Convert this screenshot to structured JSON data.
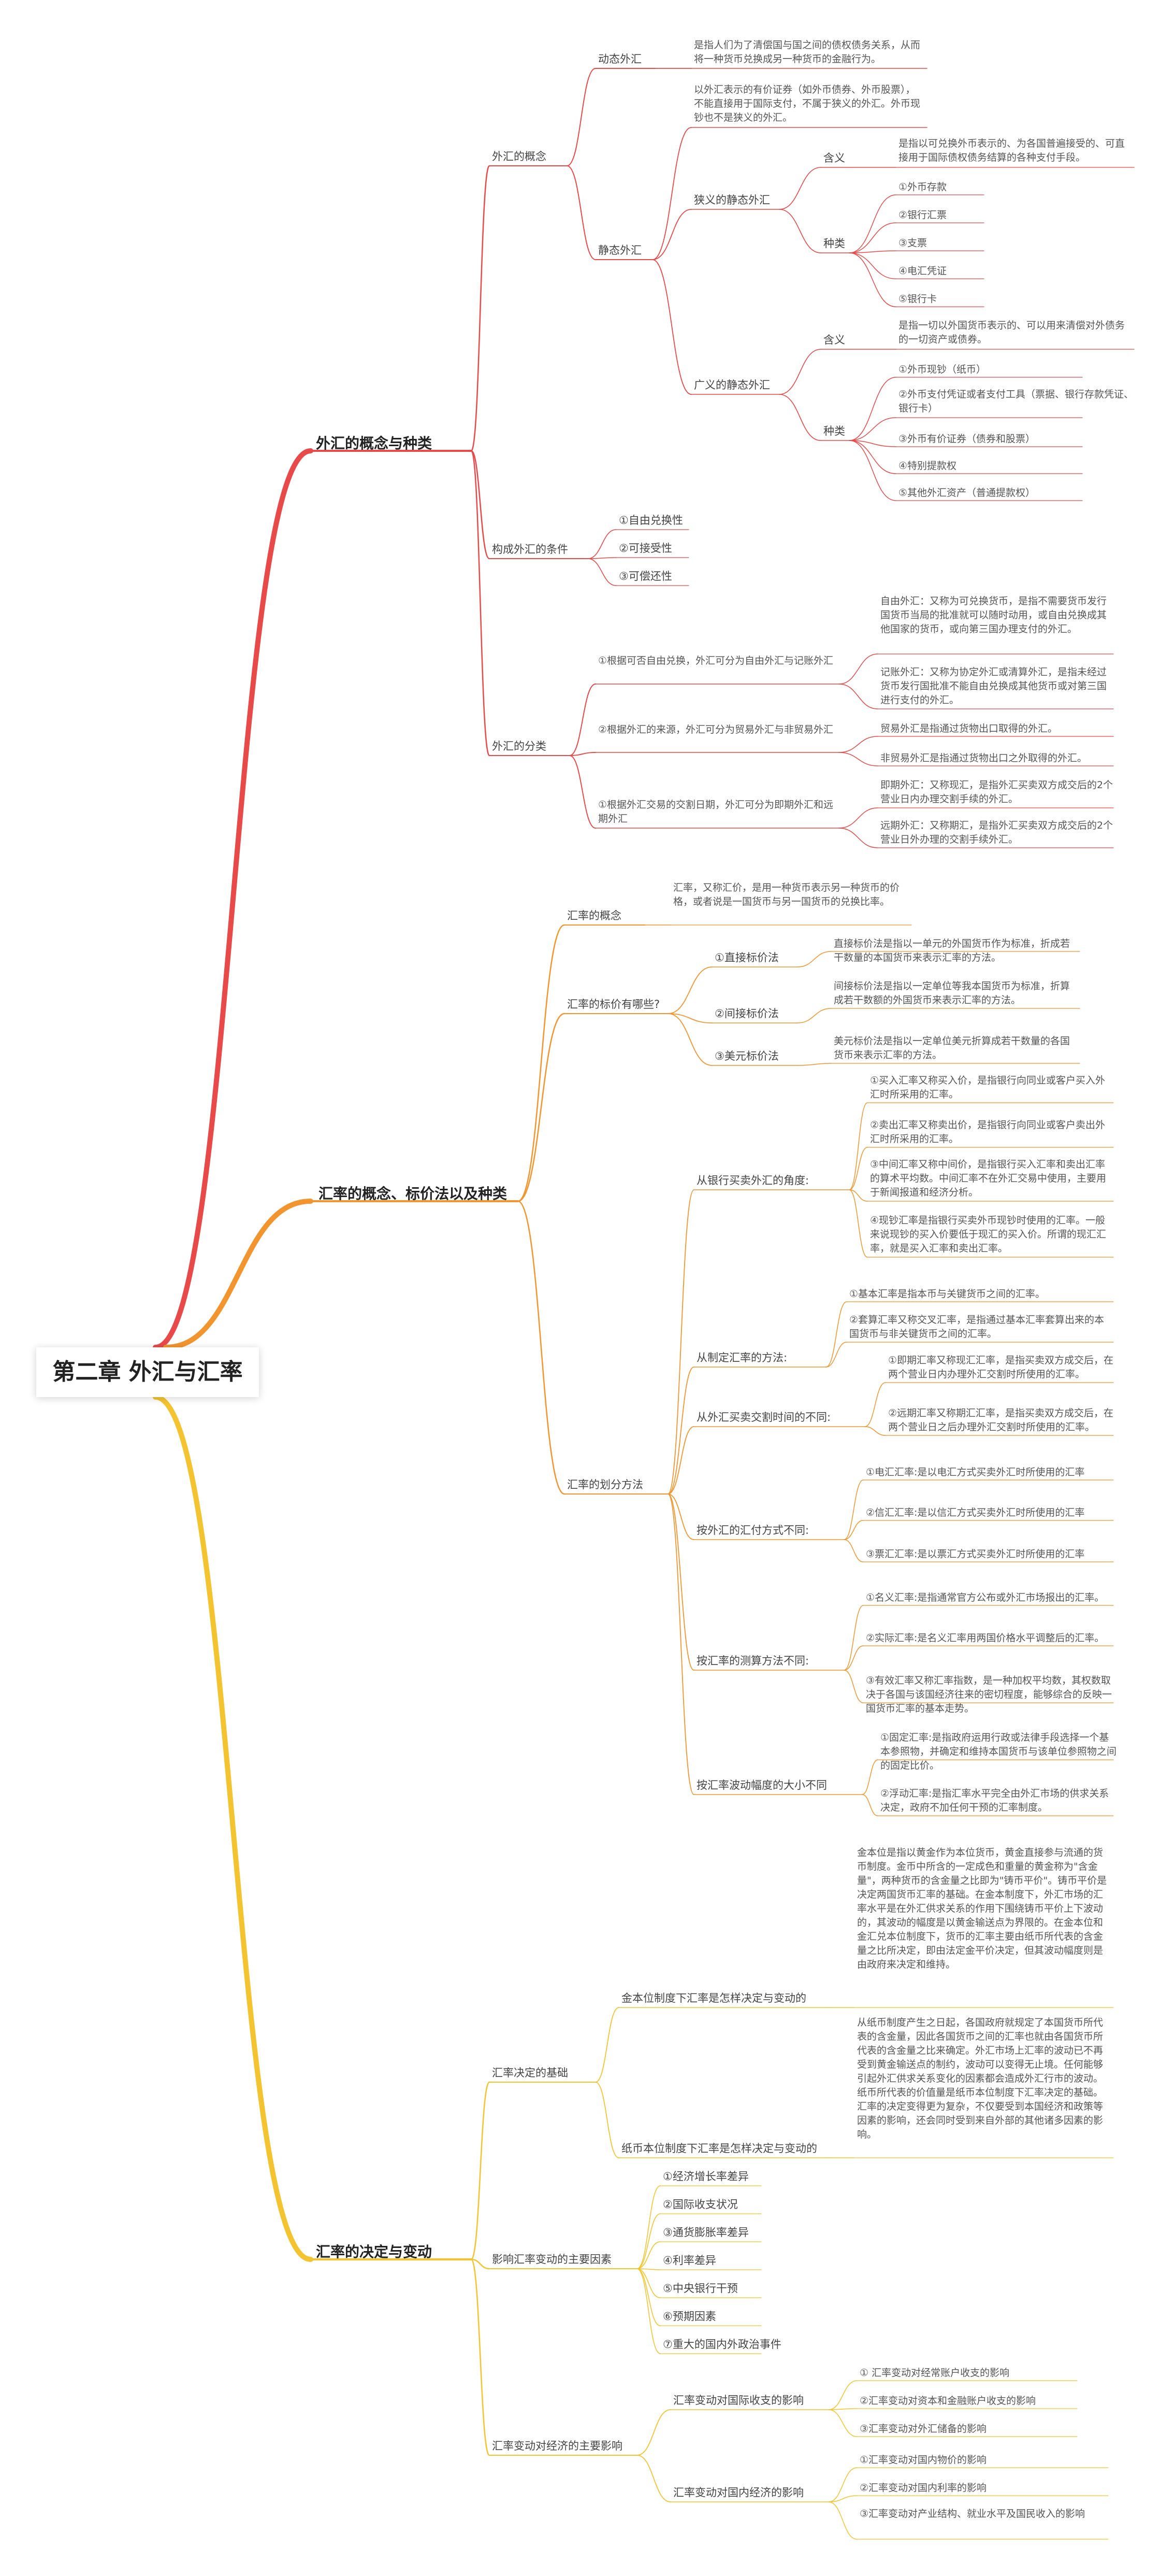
{
  "root": "第二章 外汇与汇率",
  "colors": {
    "branch1": "#e84a4a",
    "branch2": "#f2952f",
    "branch3": "#f4c430"
  },
  "b1": {
    "title": "外汇的概念与种类",
    "concept": {
      "title": "外汇的概念",
      "dynamic": {
        "title": "动态外汇",
        "desc": "是指人们为了清偿国与国之间的债权债务关系，从而将一种货币兑换成另一种货币的金融行为。"
      },
      "static": {
        "title": "静态外汇",
        "desc": "以外汇表示的有价证券（如外币债券、外币股票），不能直接用于国际支付，不属于狭义的外汇。外币现钞也不是狭义的外汇。",
        "narrow": {
          "title": "狭义的静态外汇",
          "meaning_label": "含义",
          "meaning": "是指以可兑换外币表示的、为各国普遍接受的、可直接用于国际债权债务结算的各种支付手段。",
          "kinds_label": "种类",
          "kinds": [
            "①外币存款",
            "②银行汇票",
            "③支票",
            "④电汇凭证",
            "⑤银行卡"
          ]
        },
        "broad": {
          "title": "广义的静态外汇",
          "meaning_label": "含义",
          "meaning": "是指一切以外国货币表示的、可以用来清偿对外债务的一切资产或债券。",
          "kinds_label": "种类",
          "kinds": [
            "①外币现钞（纸币）",
            "②外币支付凭证或者支付工具（票据、银行存款凭证、银行卡）",
            "③外币有价证券（债券和股票）",
            "④特别提款权",
            "⑤其他外汇资产（普通提款权）"
          ]
        }
      }
    },
    "conditions": {
      "title": "构成外汇的条件",
      "items": [
        "①自由兑换性",
        "②可接受性",
        "③可偿还性"
      ]
    },
    "classification": {
      "title": "外汇的分类",
      "c1": {
        "title": "①根据可否自由兑换，外汇可分为自由外汇与记账外汇",
        "items": [
          "自由外汇：又称为可兑换货币，是指不需要货币发行国货币当局的批准就可以随时动用，或自由兑换成其他国家的货币，或向第三国办理支付的外汇。",
          "记账外汇：又称为协定外汇或清算外汇，是指未经过货币发行国批准不能自由兑换成其他货币或对第三国进行支付的外汇。"
        ]
      },
      "c2": {
        "title": "②根据外汇的来源，外汇可分为贸易外汇与非贸易外汇",
        "items": [
          "贸易外汇是指通过货物出口取得的外汇。",
          "非贸易外汇是指通过货物出口之外取得的外汇。"
        ]
      },
      "c3": {
        "title": "①根据外汇交易的交割日期，外汇可分为即期外汇和远期外汇",
        "items": [
          "即期外汇：又称现汇，是指外汇买卖双方成交后的2个营业日内办理交割手续的外汇。",
          "远期外汇：又称期汇，是指外汇买卖双方成交后的2个营业日外办理的交割手续外汇。"
        ]
      }
    }
  },
  "b2": {
    "title": "汇率的概念、标价法以及种类",
    "concept": {
      "title": "汇率的概念",
      "desc": "汇率，又称汇价，是用一种货币表示另一种货币的价格，或者说是一国货币与另一国货币的兑换比率。"
    },
    "quote": {
      "title": "汇率的标价有哪些?",
      "items": [
        {
          "title": "①直接标价法",
          "desc": "直接标价法是指以一单元的外国货币作为标准，折成若干数量的本国货币来表示汇率的方法。"
        },
        {
          "title": "②间接标价法",
          "desc": "间接标价法是指以一定单位等我本国货币为标准，折算成若干数额的外国货币来表示汇率的方法。"
        },
        {
          "title": "③美元标价法",
          "desc": "美元标价法是指以一定单位美元折算成若干数量的各国货币来表示汇率的方法。"
        }
      ]
    },
    "division": {
      "title": "汇率的划分方法",
      "bank": {
        "title": "从银行买卖外汇的角度:",
        "items": [
          "①买入汇率又称买入价，是指银行向同业或客户买入外汇时所采用的汇率。",
          "②卖出汇率又称卖出价，是指银行向同业或客户卖出外汇时所采用的汇率。",
          "③中间汇率又称中间价，是指银行买入汇率和卖出汇率的算术平均数。中间汇率不在外汇交易中使用，主要用于新闻报道和经济分析。",
          "④现钞汇率是指银行买卖外币现钞时使用的汇率。一般来说现钞的买入价要低于现汇的买入价。所谓的现汇汇率，就是买入汇率和卖出汇率。"
        ]
      },
      "make": {
        "title": "从制定汇率的方法:",
        "items": [
          "①基本汇率是指本币与关键货币之间的汇率。",
          "②套算汇率又称交叉汇率，是指通过基本汇率套算出来的本国货币与非关键货币之间的汇率。"
        ]
      },
      "time": {
        "title": "从外汇买卖交割时间的不同:",
        "items": [
          "①即期汇率又称现汇汇率，是指买卖双方成交后，在两个营业日内办理外汇交割时所使用的汇率。",
          "②远期汇率又称期汇汇率，是指买卖双方成交后，在两个营业日之后办理外汇交割时所使用的汇率。"
        ]
      },
      "remit": {
        "title": "按外汇的汇付方式不同:",
        "items": [
          "①电汇汇率:是以电汇方式买卖外汇时所使用的汇率",
          "②信汇汇率:是以信汇方式买卖外汇时所使用的汇率",
          "③票汇汇率:是以票汇方式买卖外汇时所使用的汇率"
        ]
      },
      "measure": {
        "title": "按汇率的测算方法不同:",
        "items": [
          "①名义汇率:是指通常官方公布或外汇市场报出的汇率。",
          "②实际汇率:是名义汇率用两国价格水平调整后的汇率。",
          "③有效汇率又称汇率指数，是一种加权平均数，其权数取决于各国与该国经济往来的密切程度，能够综合的反映一国货币汇率的基本走势。"
        ]
      },
      "float": {
        "title": "按汇率波动幅度的大小不同",
        "items": [
          "①固定汇率:是指政府运用行政或法律手段选择一个基本参照物，并确定和维持本国货币与该单位参照物之间的固定比价。",
          "②浮动汇率:是指汇率水平完全由外汇市场的供求关系决定，政府不加任何干预的汇率制度。"
        ]
      }
    }
  },
  "b3": {
    "title": "汇率的决定与变动",
    "basis": {
      "title": "汇率决定的基础",
      "gold": {
        "title": "金本位制度下汇率是怎样决定与变动的",
        "desc": "金本位是指以黄金作为本位货币，黄金直接参与流通的货币制度。金币中所含的一定成色和重量的黄金称为\"含金量\"，两种货币的含金量之比即为\"铸币平价\"。铸币平价是决定两国货币汇率的基础。在金本制度下，外汇市场的汇率水平是在外汇供求关系的作用下围绕铸币平价上下波动的，其波动的幅度是以黄金输送点为界限的。在金本位和金汇兑本位制度下，货币的汇率主要由纸币所代表的含金量之比所决定，即由法定金平价决定，但其波动幅度则是由政府来决定和维持。"
      },
      "paper": {
        "title": "纸币本位制度下汇率是怎样决定与变动的",
        "desc": "从纸币制度产生之日起，各国政府就规定了本国货币所代表的含金量，因此各国货币之间的汇率也就由各国货币所代表的含金量之比来确定。外汇市场上汇率的波动已不再受到黄金输送点的制约，波动可以变得无止境。任何能够引起外汇供求关系变化的因素都会造成外汇行市的波动。纸币所代表的价值量是纸币本位制度下汇率决定的基础。汇率的决定变得更为复杂，不仅要受到本国经济和政策等因素的影响，还会同时受到来自外部的其他诸多因素的影响。"
      }
    },
    "factors": {
      "title": "影响汇率变动的主要因素",
      "items": [
        "①经济增长率差异",
        "②国际收支状况",
        "③通货膨胀率差异",
        "④利率差异",
        "⑤中央银行干预",
        "⑥预期因素",
        "⑦重大的国内外政治事件"
      ]
    },
    "effects": {
      "title": "汇率变动对经济的主要影响",
      "intl": {
        "title": "汇率变动对国际收支的影响",
        "items": [
          "① 汇率变动对经常账户收支的影响",
          "②汇率变动对资本和金融账户收支的影响",
          "③汇率变动对外汇储备的影响"
        ]
      },
      "dom": {
        "title": "汇率变动对国内经济的影响",
        "items": [
          "①汇率变动对国内物价的影响",
          "②汇率变动对国内利率的影响",
          "③汇率变动对产业结构、就业水平及国民收入的影响"
        ]
      }
    }
  }
}
